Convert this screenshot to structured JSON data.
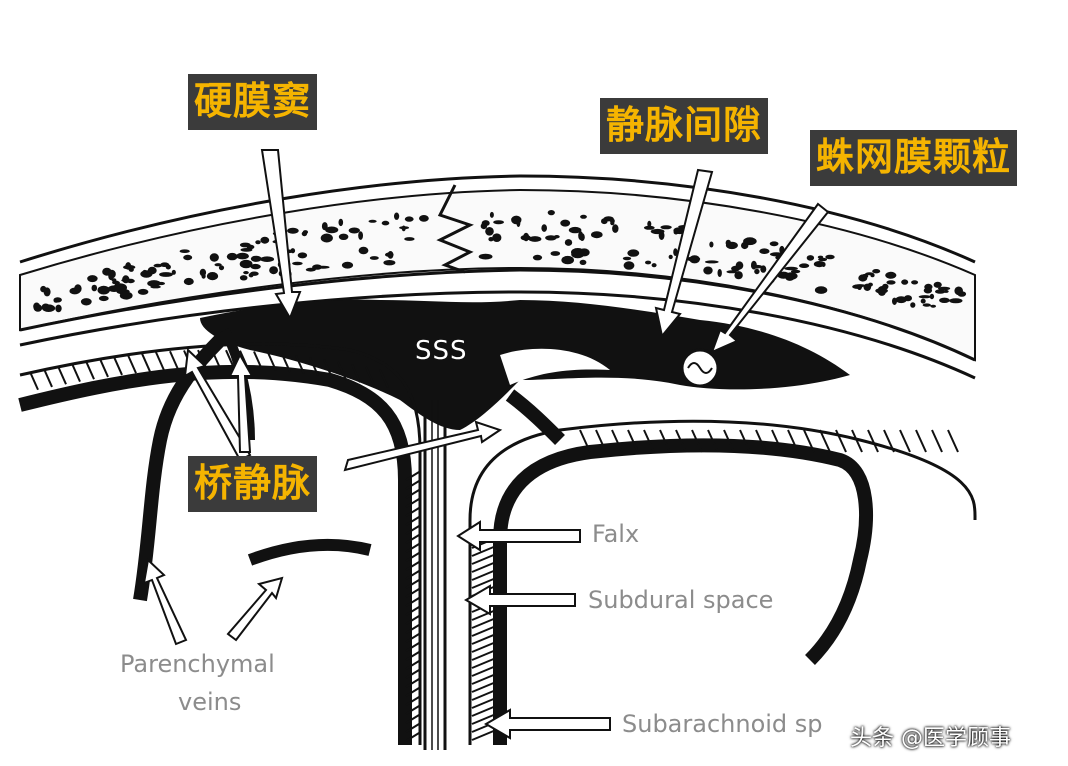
{
  "labels_cn": {
    "dural_sinus": "硬膜窦",
    "venous_lacunae": "静脉间隙",
    "arachnoid_granulation": "蛛网膜颗粒",
    "bridging_vein": "桥静脉"
  },
  "labels_en": {
    "sss": "SSS",
    "falx": "Falx",
    "subdural_space": "Subdural space",
    "subarachnoid_space": "Subarachnoid sp",
    "parenchymal_line1": "Parenchymal",
    "parenchymal_line2": "veins"
  },
  "watermark": "头条 @医学顾事",
  "colors": {
    "label_bg": "#3b3b3b",
    "label_text": "#f5b400",
    "ink": "#111111",
    "grey_text": "#8c8c8c"
  }
}
